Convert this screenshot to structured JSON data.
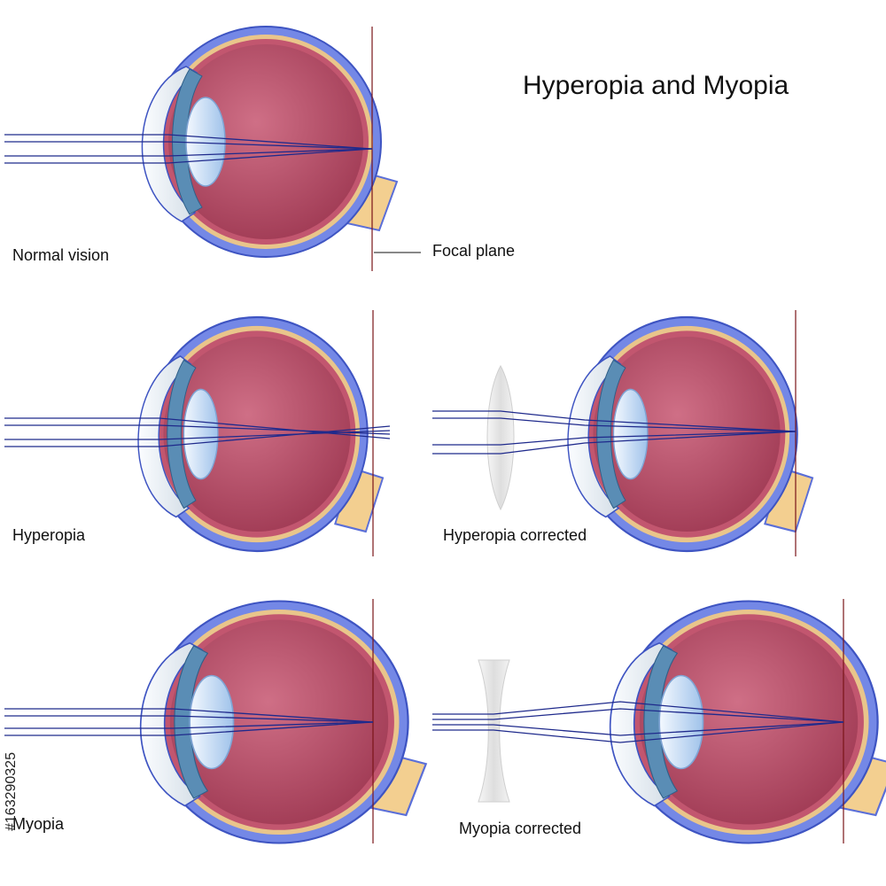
{
  "title": "Hyperopia and Myopia",
  "focal_plane_label": "Focal plane",
  "panels": {
    "normal": "Normal vision",
    "hyperopia": "Hyperopia",
    "hyperopia_corrected": "Hyperopia corrected",
    "myopia": "Myopia",
    "myopia_corrected": "Myopia corrected"
  },
  "stock_id": "#163290325",
  "colors": {
    "sclera": "#5b6fd8",
    "choroid": "#e9c58b",
    "vitreous": "#b84d68",
    "iris": "#5a8db5",
    "lens": "#cde3ff",
    "cornea": "#eef3f8",
    "optic_nerve": "#f3cf90",
    "ray": "#1f2a8c",
    "focal_line": "#7a1418",
    "lens_glass": "#e3e3e3"
  }
}
